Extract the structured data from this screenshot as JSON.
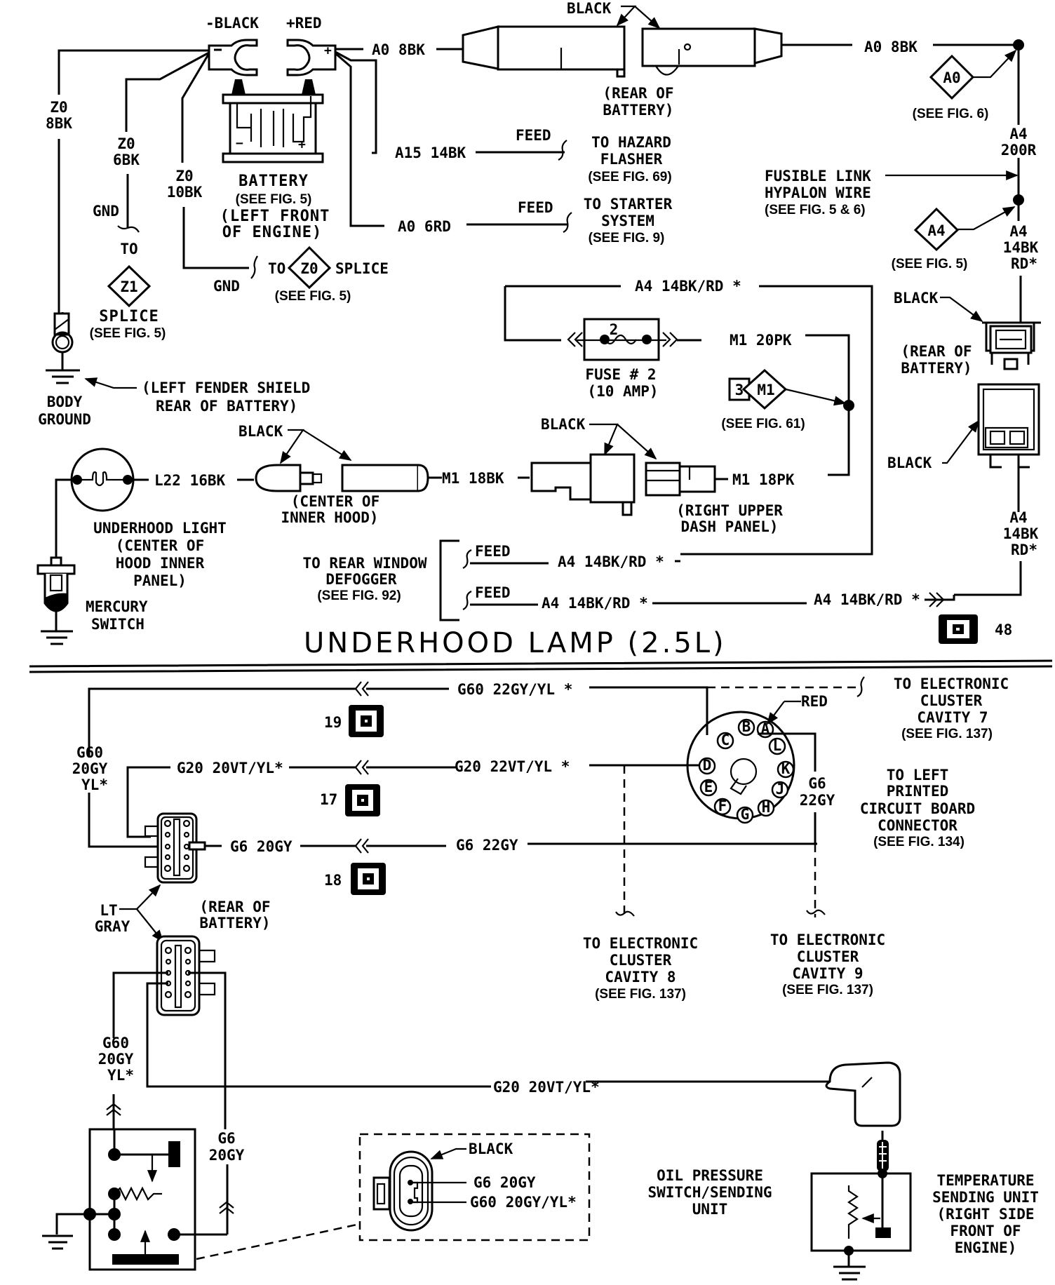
{
  "diagram": {
    "top": {
      "title": "UNDERHOOD LAMP (2.5L)",
      "battery_terminals": {
        "negative": "-BLACK",
        "positive": "+RED"
      },
      "battery": {
        "label": "BATTERY",
        "ref": "(SEE FIG. 5)",
        "loc1": "(LEFT FRONT",
        "loc2": "OF ENGINE)"
      },
      "wires": {
        "z0_8bk_a": "Z0",
        "z0_8bk_b": "8BK",
        "z0_6bk_a": "Z0",
        "z0_6bk_b": "6BK",
        "z0_10bk_a": "Z0",
        "z0_10bk_b": "10BK",
        "a0_8bk_left": "A0 8BK",
        "a0_8bk_right": "A0 8BK",
        "a15_14bk": "A15 14BK",
        "a0_6rd": "A0 6RD",
        "a4_200r_a": "A4",
        "a4_200r_b": "200R",
        "a4_14bk_a": "A4",
        "a4_14bk_b": "14BK",
        "a4_14bk_c": "RD*",
        "a4_14bk_lower_a": "A4",
        "a4_14bk_lower_b": "14BK",
        "a4_14bk_lower_c": "RD*",
        "a4_14bkrd_top": "A4 14BK/RD *",
        "m1_20pk": "M1 20PK",
        "m1_18bk": "M1 18BK",
        "m1_18pk": "M1 18PK",
        "l22_16bk": "L22 16BK",
        "a4_14bkrd_feed1": "A4 14BK/RD *",
        "a4_14bkrd_feed2": "A4 14BK/RD *",
        "a4_14bkrd_right": "A4 14BK/RD *"
      },
      "gnd_labels": {
        "gnd1": "GND",
        "gnd2": "GND",
        "to": "TO",
        "to2": "TO",
        "splice": "SPLICE"
      },
      "splices": {
        "z1": {
          "id": "Z1",
          "label": "SPLICE",
          "ref": "(SEE FIG. 5)"
        },
        "z0": {
          "id": "Z0",
          "ref": "(SEE FIG. 5)"
        },
        "a0": {
          "id": "A0",
          "ref": "(SEE FIG. 6)"
        },
        "a4": {
          "id": "A4",
          "ref": "(SEE FIG. 5)"
        },
        "m1": {
          "id": "M1",
          "pin": "3",
          "ref": "(SEE FIG. 61)"
        }
      },
      "connectors": {
        "black_top": "BLACK",
        "rear_battery_1a": "(REAR OF",
        "rear_battery_1b": "BATTERY)",
        "black_right_1": "BLACK",
        "rear_battery_2a": "(REAR OF",
        "rear_battery_2b": "BATTERY)",
        "black_right_2": "BLACK",
        "black_hood": "BLACK",
        "center_hood_a": "(CENTER OF",
        "center_hood_b": "INNER HOOD)",
        "black_dash": "BLACK",
        "dash_a": "(RIGHT UPPER",
        "dash_b": "DASH PANEL)",
        "conn_48": "48"
      },
      "feeds": {
        "feed_hazard": "FEED",
        "hazard_a": "TO HAZARD",
        "hazard_b": "FLASHER",
        "hazard_ref": "(SEE FIG. 69)",
        "feed_starter": "FEED",
        "starter_a": "TO STARTER",
        "starter_b": "SYSTEM",
        "starter_ref": "(SEE FIG. 9)",
        "feed_defog1": "FEED",
        "feed_defog2": "FEED",
        "defog_a": "TO REAR WINDOW",
        "defog_b": "DEFOGGER",
        "defog_ref": "(SEE FIG. 92)"
      },
      "fusible_link": {
        "a": "FUSIBLE LINK",
        "b": "HYPALON WIRE",
        "ref": "(SEE FIG. 5 & 6)"
      },
      "fuse": {
        "num": "2",
        "label": "FUSE # 2",
        "rating": "(10 AMP)"
      },
      "ground": {
        "body_a": "BODY",
        "body_b": "GROUND",
        "fender_a": "(LEFT FENDER SHIELD",
        "fender_b": "REAR OF BATTERY)"
      },
      "lamp": {
        "a": "UNDERHOOD LIGHT",
        "b": "(CENTER OF",
        "c": "HOOD INNER",
        "d": "PANEL)"
      },
      "mercury": {
        "a": "MERCURY",
        "b": "SWITCH"
      }
    },
    "bottom": {
      "wires": {
        "g60_22gyyl": "G60 22GY/YL *",
        "g20_22vtyl": "G20 22VT/YL *",
        "g6_22gy": "G6 22GY",
        "g60_20gy_a": "G60",
        "g60_20gy_b": "20GY",
        "g60_20gy_c": "YL*",
        "g20_20vtyl": "G20 20VT/YL*",
        "g6_20gy": "G6 20GY",
        "g6_22gy_v_a": "G6",
        "g6_22gy_v_b": "22GY",
        "g60_20gy_low_a": "G60",
        "g60_20gy_low_b": "20GY",
        "g60_20gy_low_c": "YL*",
        "g6_20gy_low_a": "G6",
        "g6_20gy_low_b": "20GY",
        "g20_20vtyl_low": "G20 20VT/YL*"
      },
      "connectors": {
        "c19": "19",
        "c17": "17",
        "c18": "18",
        "lt_gray_a": "LT",
        "lt_gray_b": "GRAY",
        "rear_a": "(REAR OF",
        "rear_b": "BATTERY)",
        "red": "RED"
      },
      "cluster_pins": [
        "A",
        "B",
        "C",
        "D",
        "E",
        "F",
        "G",
        "H",
        "J",
        "K",
        "L"
      ],
      "cavity7": {
        "a": "TO ELECTRONIC",
        "b": "CLUSTER",
        "c": "CAVITY 7",
        "ref": "(SEE FIG. 137)"
      },
      "pcb": {
        "a": "TO LEFT",
        "b": "PRINTED",
        "c": "CIRCUIT BOARD",
        "d": "CONNECTOR",
        "ref": "(SEE FIG. 134)"
      },
      "cavity8": {
        "a": "TO ELECTRONIC",
        "b": "CLUSTER",
        "c": "CAVITY 8",
        "ref": "(SEE FIG. 137)"
      },
      "cavity9": {
        "a": "TO ELECTRONIC",
        "b": "CLUSTER",
        "c": "CAVITY 9",
        "ref": "(SEE FIG. 137)"
      },
      "oil_detail": {
        "black": "BLACK",
        "g6": "G6 20GY",
        "g60": "G60 20GY/YL*"
      },
      "oil": {
        "a": "OIL PRESSURE",
        "b": "SWITCH/SENDING",
        "c": "UNIT"
      },
      "temp": {
        "a": "TEMPERATURE",
        "b": "SENDING UNIT",
        "c": "(RIGHT SIDE",
        "d": "FRONT OF",
        "e": "ENGINE)"
      }
    }
  }
}
